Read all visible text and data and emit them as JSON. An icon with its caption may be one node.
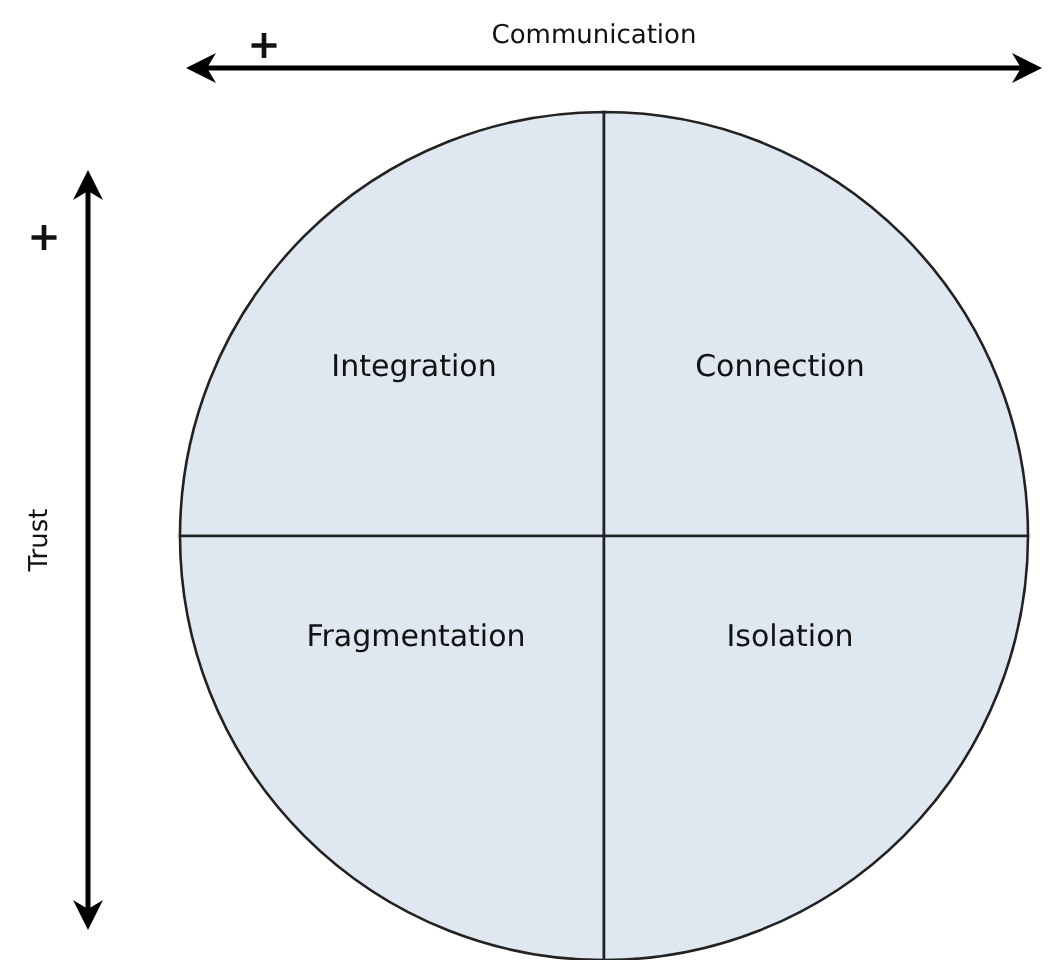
{
  "diagram": {
    "nodes": [
      {
        "text": [
          "Integration"
        ]
      },
      {
        "text": [
          "Connection"
        ]
      },
      {
        "text": [
          "Fragmentation"
        ]
      },
      {
        "text": [
          "Isolation"
        ]
      }
    ],
    "labels": [
      "Communication",
      "+",
      "Trust",
      "+"
    ]
  }
}
